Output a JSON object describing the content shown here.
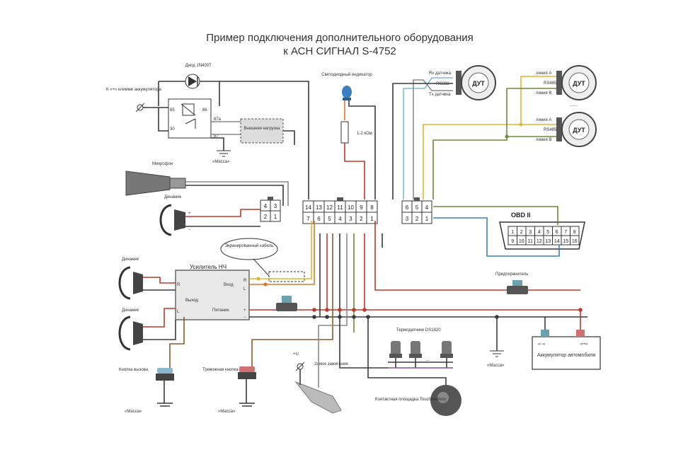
{
  "title": {
    "line1": "Пример подключения дополнительного оборудования",
    "line2": "к АСН СИГНАЛ S-4752"
  },
  "relay": {
    "diode": "Диод 1N4007",
    "battery_terminal": "К «+» клемме аккумулятора",
    "pins": [
      "85",
      "86",
      "30",
      "87a",
      "87"
    ],
    "external_load": "Внешняя нагрузка",
    "ground": "«Масса»"
  },
  "led": {
    "label": "Светодиодный индикатор",
    "resistor": "1-2 кОм"
  },
  "mic": {
    "label": "Микрофон"
  },
  "speaker_top": {
    "label": "Динамик",
    "plus": "+",
    "minus": "−"
  },
  "small_connector": {
    "top": [
      "4",
      "3"
    ],
    "bottom": [
      "2",
      "1"
    ]
  },
  "main_connector": {
    "top": [
      "14",
      "13",
      "12",
      "11",
      "10",
      "9",
      "8"
    ],
    "bottom": [
      "7",
      "6",
      "5",
      "4",
      "3",
      "2",
      "1"
    ]
  },
  "dut_connector": {
    "top": [
      "6",
      "5",
      "4"
    ],
    "bottom": [
      "3",
      "2",
      "1"
    ]
  },
  "dut_left": {
    "label": "ДУТ",
    "lines": [
      "Rx датчика",
      "RS232",
      "Tx датчика"
    ]
  },
  "dut_right": [
    {
      "label": "ДУТ",
      "lines": [
        "линия А",
        "RS485",
        "линия В"
      ]
    },
    {
      "label": "ДУТ",
      "lines": [
        "линия А",
        "RS485",
        "линия В"
      ]
    }
  ],
  "dots": ".......",
  "obd": {
    "title": "OBD II",
    "top": [
      "1",
      "2",
      "3",
      "4",
      "5",
      "6",
      "7",
      "8"
    ],
    "bottom": [
      "9",
      "10",
      "11",
      "12",
      "13",
      "14",
      "15",
      "16"
    ]
  },
  "cable": {
    "label": "Экранированный кабель"
  },
  "amp": {
    "title": "Усилитель НЧ",
    "output": "Выход",
    "input": "Вход",
    "power": "Питание",
    "r": "R",
    "l": "L",
    "plus": "+",
    "minus": "−"
  },
  "speakers_left": [
    "Динамик",
    "Динамик"
  ],
  "fuse": {
    "label": "Предохранитель"
  },
  "battery": {
    "label": "Аккумулятор автомобиля",
    "neg": "«−»",
    "pos": "«+»"
  },
  "ground_right": "«Масса»",
  "thermo": {
    "label": "Термодатчики DS1820",
    "dots": "..."
  },
  "touch": {
    "label": "Контактная площадка TouchMemory"
  },
  "call_button": {
    "label": "Кнопка вызова",
    "ground": "«Масса»"
  },
  "alarm_button": {
    "label": "Тревожная кнопка",
    "ground": "«Масса»"
  },
  "ignition": {
    "label": "Замок зажигания",
    "plus": "+U"
  },
  "colors": {
    "red": "#c0392b",
    "black": "#3a3a3a",
    "orange": "#d9772b",
    "yellow": "#e0b52c",
    "blue": "#3a7fc1"
  }
}
